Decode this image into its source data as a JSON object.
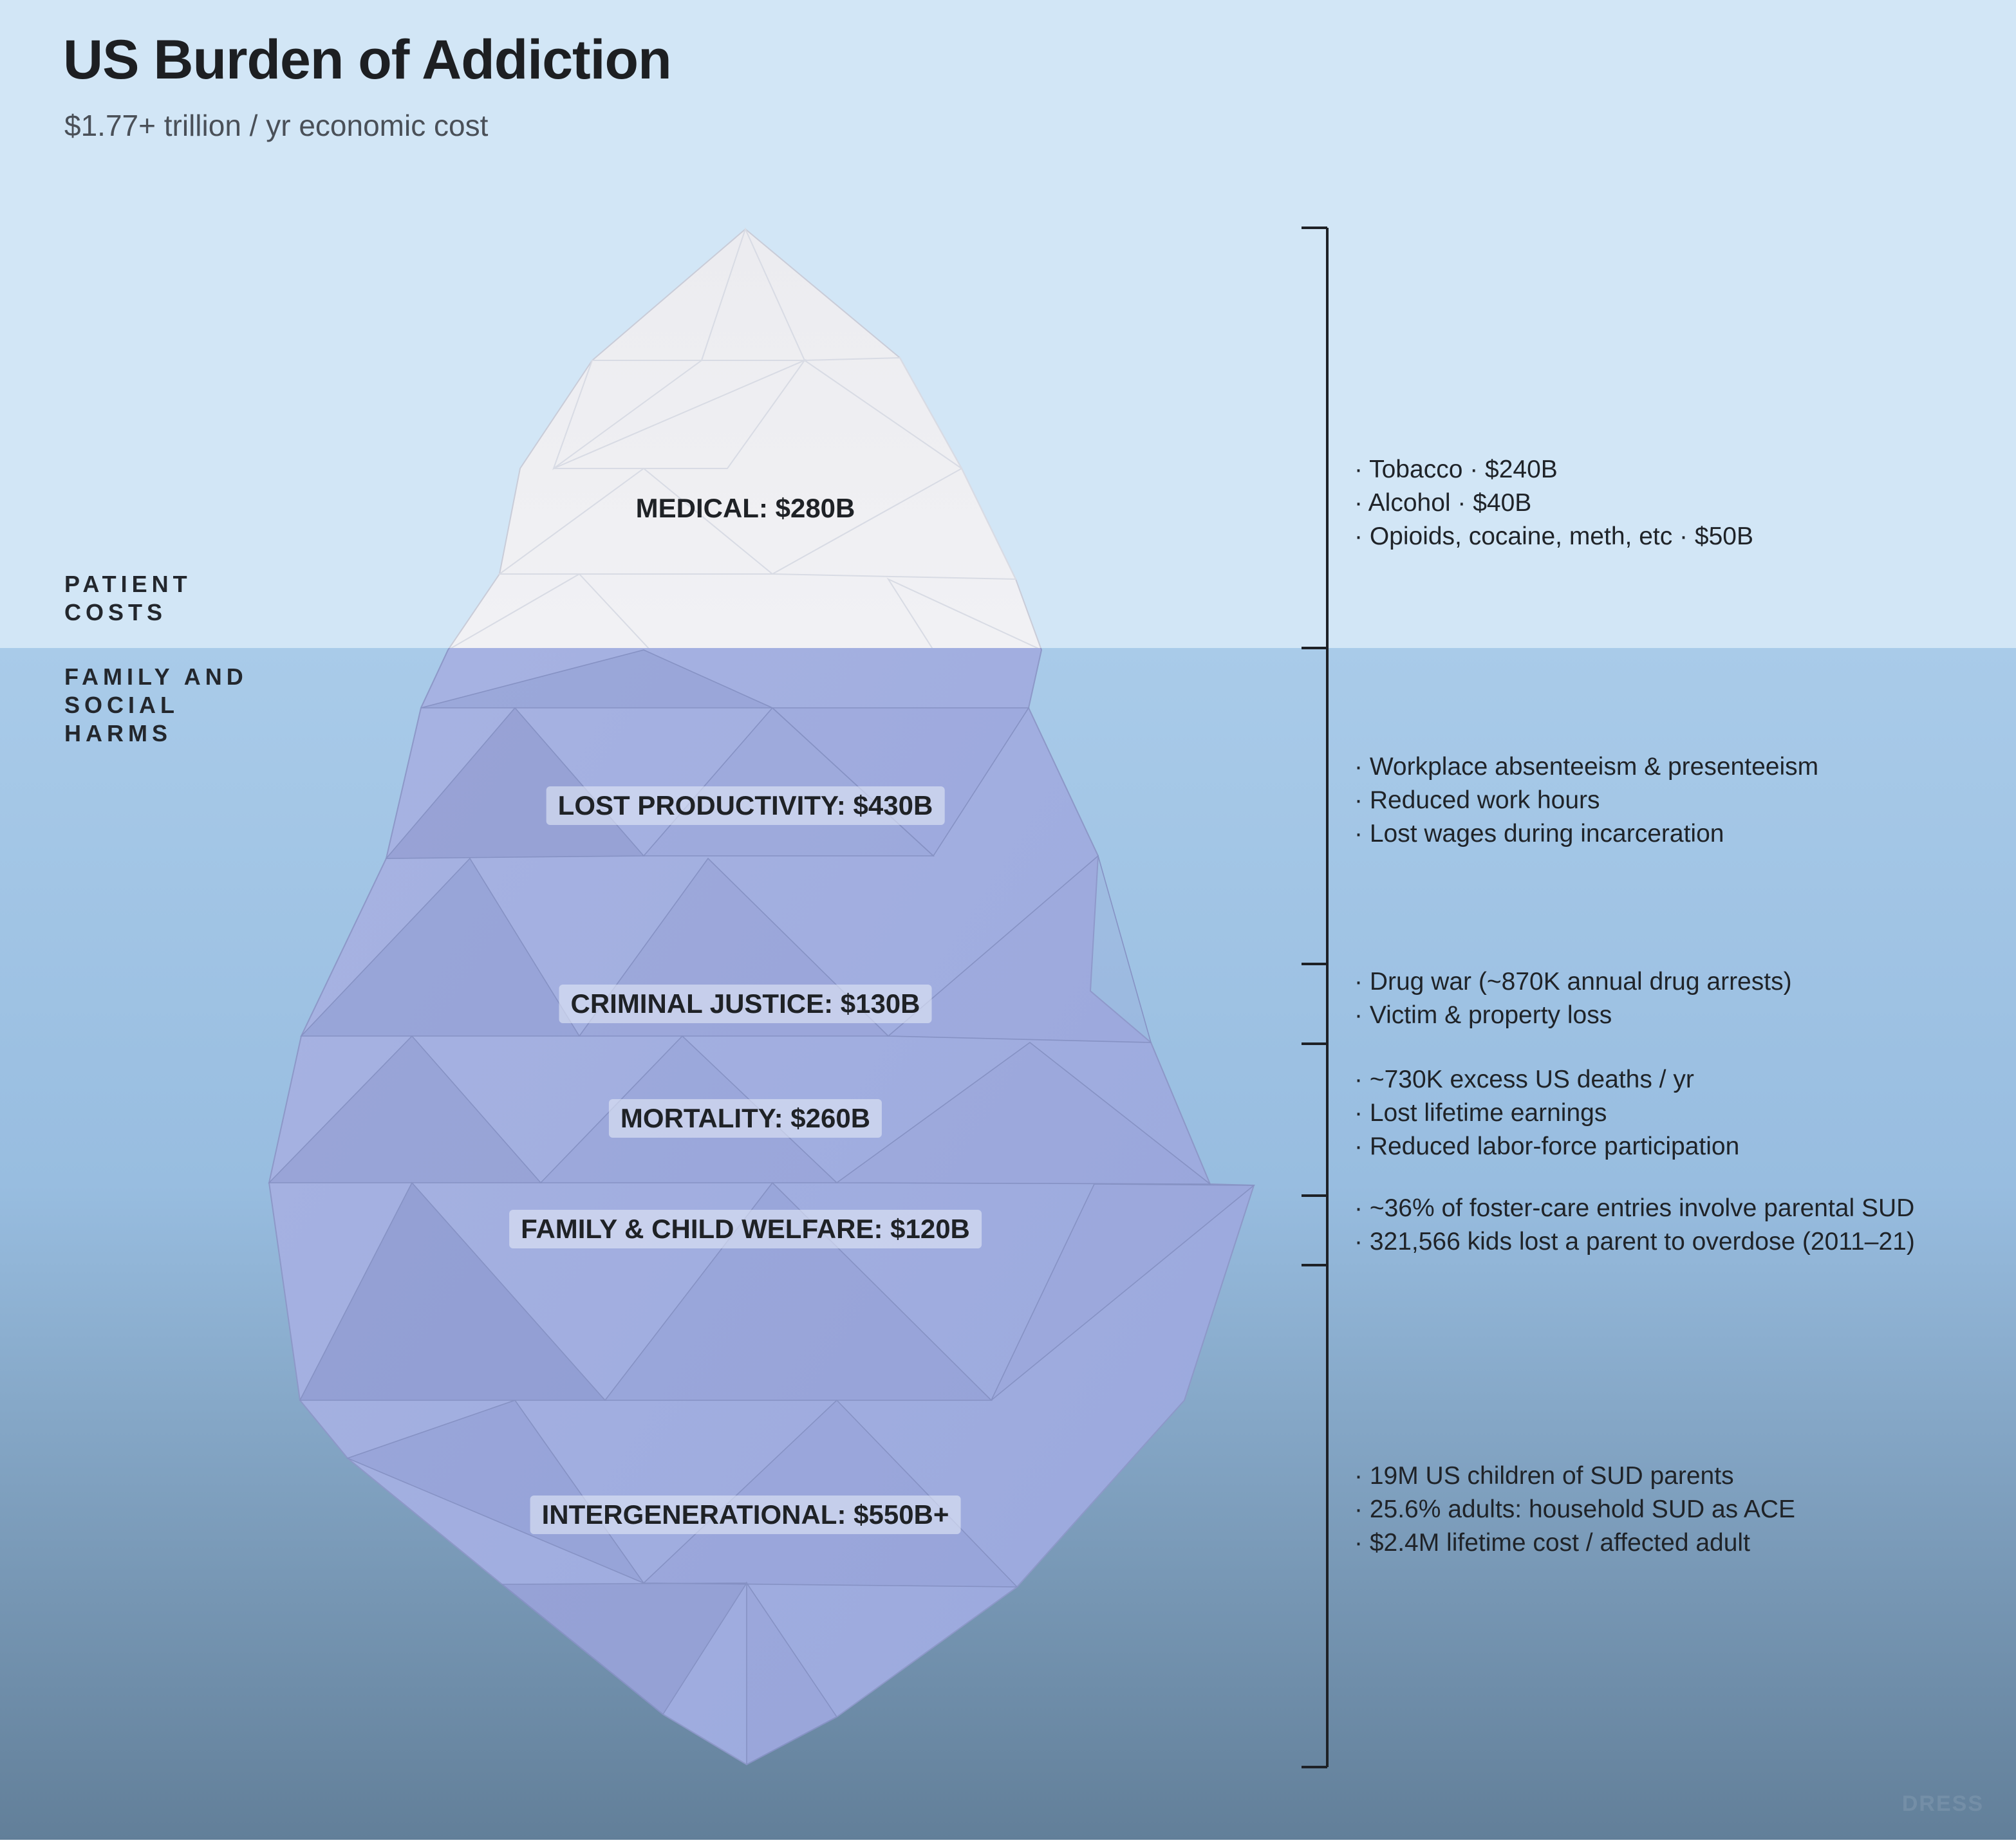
{
  "header": {
    "title": "US Burden of Addiction",
    "subtitle": "$1.77+ trillion / yr economic cost"
  },
  "zones": {
    "above": "PATIENT COSTS",
    "below": "FAMILY AND SOCIAL HARMS"
  },
  "layers": [
    {
      "label": "MEDICAL: $280B",
      "notes": [
        "· Tobacco · $240B",
        "· Alcohol · $40B",
        "· Opioids, cocaine, meth, etc · $50B"
      ]
    },
    {
      "label": "LOST PRODUCTIVITY: $430B",
      "notes": [
        "· Workplace absenteeism & presenteeism",
        "· Reduced work hours",
        "· Lost wages during incarceration"
      ]
    },
    {
      "label": "CRIMINAL JUSTICE: $130B",
      "notes": [
        "· Drug war (~870K annual drug arrests)",
        "· Victim & property loss"
      ]
    },
    {
      "label": "MORTALITY: $260B",
      "notes": [
        "· ~730K excess US deaths / yr",
        "· Lost lifetime earnings",
        "· Reduced labor-force participation"
      ]
    },
    {
      "label": "FAMILY & CHILD WELFARE: $120B",
      "notes": [
        "· ~36% of foster-care entries involve parental SUD",
        "· 321,566 kids lost a parent to overdose (2011–21)"
      ]
    },
    {
      "label": "INTERGENERATIONAL: $550B+",
      "notes": [
        "· 19M US children of SUD parents",
        "· 25.6% adults: household SUD as ACE",
        "· $2.4M lifetime cost / affected adult"
      ]
    }
  ],
  "colors": {
    "sky": "#d2e6f6",
    "water_top": "#a9cbe9",
    "water_bottom": "#627f99",
    "ice_above": "#f7f7f8",
    "ice_below": "#a3afe0",
    "bracket": "#1e2126"
  },
  "watermark": "DRESS"
}
